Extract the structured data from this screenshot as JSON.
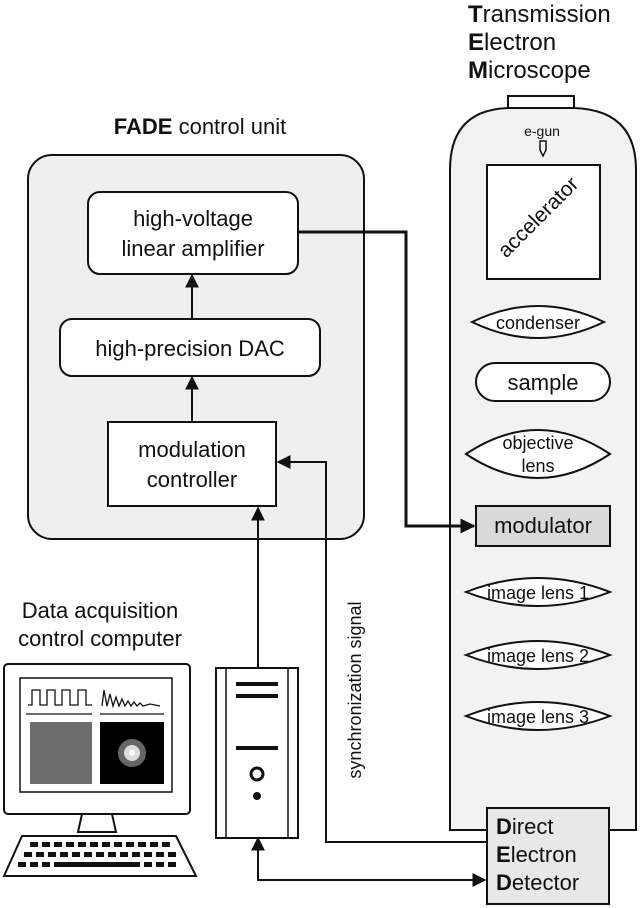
{
  "tem": {
    "title": {
      "first": [
        "T",
        "E",
        "M"
      ],
      "rest": [
        "ransmission",
        "lectron",
        "icroscope"
      ]
    }
  },
  "fade": {
    "title_bold": "FADE",
    "title_rest": " control unit"
  },
  "blocks": {
    "hv_line1": "high-voltage",
    "hv_line2": "linear amplifier",
    "dac": "high-precision DAC",
    "mod_line1": "modulation",
    "mod_line2": "controller"
  },
  "column": {
    "egun": "e-gun",
    "accelerator": "accelerator",
    "condenser": "condenser",
    "sample": "sample",
    "objective_line1": "objective",
    "objective_line2": "lens",
    "modulator": "modulator",
    "image_lens_1": "image lens 1",
    "image_lens_2": "image lens 2",
    "image_lens_3": "image lens 3"
  },
  "detector": {
    "first": [
      "D",
      "E",
      "D"
    ],
    "rest": [
      "irect",
      "lectron",
      "etector"
    ]
  },
  "computer": {
    "line1": "Data acquisition",
    "line2": "control computer"
  },
  "sync_label": "synchronization signal",
  "colors": {
    "fade_bg": "#efefef",
    "column_bg": "#f2f2f2",
    "modulator_fill": "#d9d9d9",
    "detector_fill": "#e8e8e8"
  }
}
